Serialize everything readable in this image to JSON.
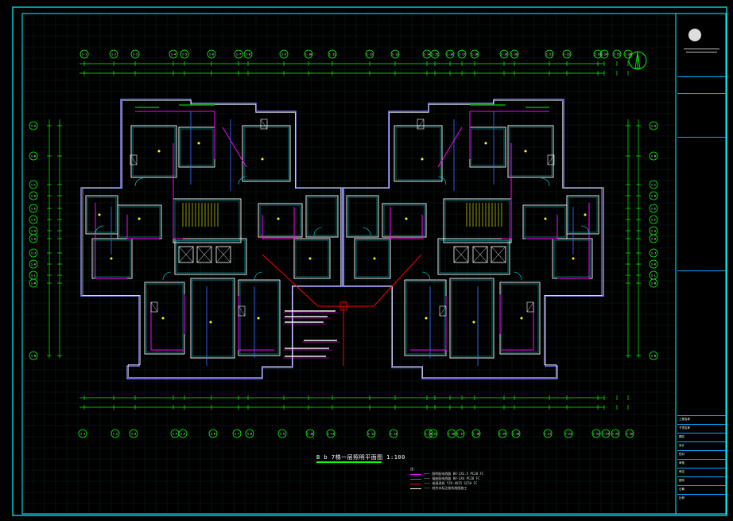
{
  "drawing": {
    "title": "B b 7梯一层照明平面图  1:100",
    "north_arrow": "north-arrow-icon",
    "colors": {
      "background": "#000000",
      "frame": "#00ffff",
      "wall": "#ffffff",
      "wall_inner": "#00ffff",
      "circuit_magenta": "#ff00ff",
      "circuit_blue": "#3366ff",
      "circuit_red": "#ff0000",
      "dimension": "#00ff00",
      "axis_bubble": "#00ff00",
      "text": "#ffffff",
      "stairs": "#ffff00"
    },
    "top_axis_labels": [
      "1-1",
      "1-2",
      "1-3",
      "1-4",
      "1-5",
      "1-6",
      "1-7",
      "1-8",
      "1-9",
      "1-10",
      "1-11",
      "1-12",
      "1-13",
      "1-14",
      "1-15",
      "1-16",
      "1-17",
      "1-18",
      "1-19",
      "1-20",
      "1-21",
      "1-22",
      "1-23",
      "1-24",
      "1-25",
      "1-26"
    ],
    "bottom_axis_labels": [
      "1-1",
      "1-2",
      "1-3",
      "1-4",
      "1-5",
      "1-6",
      "1-7",
      "1-8",
      "1-9",
      "1-10",
      "1-11",
      "1-12",
      "1-13",
      "1-14",
      "1-15",
      "1-16",
      "1-17",
      "1-18",
      "1-19",
      "1-20",
      "1-21",
      "1-22",
      "1-23",
      "1-24",
      "1-25",
      "1-26"
    ],
    "left_axis_labels": [
      "1-A",
      "1-B",
      "1-C",
      "1-D",
      "1-E",
      "1-F",
      "1-G",
      "1-H",
      "1-J",
      "1-K",
      "1-L",
      "1-M",
      "1-N"
    ],
    "right_axis_labels": [
      "1-A",
      "1-B",
      "1-C",
      "1-D",
      "1-E",
      "1-F",
      "1-G",
      "1-H",
      "1-J",
      "1-K",
      "1-L",
      "1-M",
      "1-N"
    ],
    "legend": {
      "heading": "注：",
      "items": [
        {
          "label": "一一 照明配电线路 BV-2X2.5 PC20 FC",
          "color": "#ff00ff"
        },
        {
          "label": "一一 插座配电线路 BV-3X4 PC20 FC",
          "color": "#3366ff"
        },
        {
          "label": "一一 电源进线 YJV-4X25 SC50 FC",
          "color": "#ff0000"
        },
        {
          "label": "一一 其余未标注按系统图施工",
          "color": "#ffffff"
        }
      ]
    },
    "title_block": {
      "logo": "company-logo-icon",
      "rows": [
        "工程名称",
        "子项名称",
        "图名",
        "设计",
        "校对",
        "审核",
        "审定",
        "图号",
        "日期",
        "比例"
      ]
    }
  }
}
